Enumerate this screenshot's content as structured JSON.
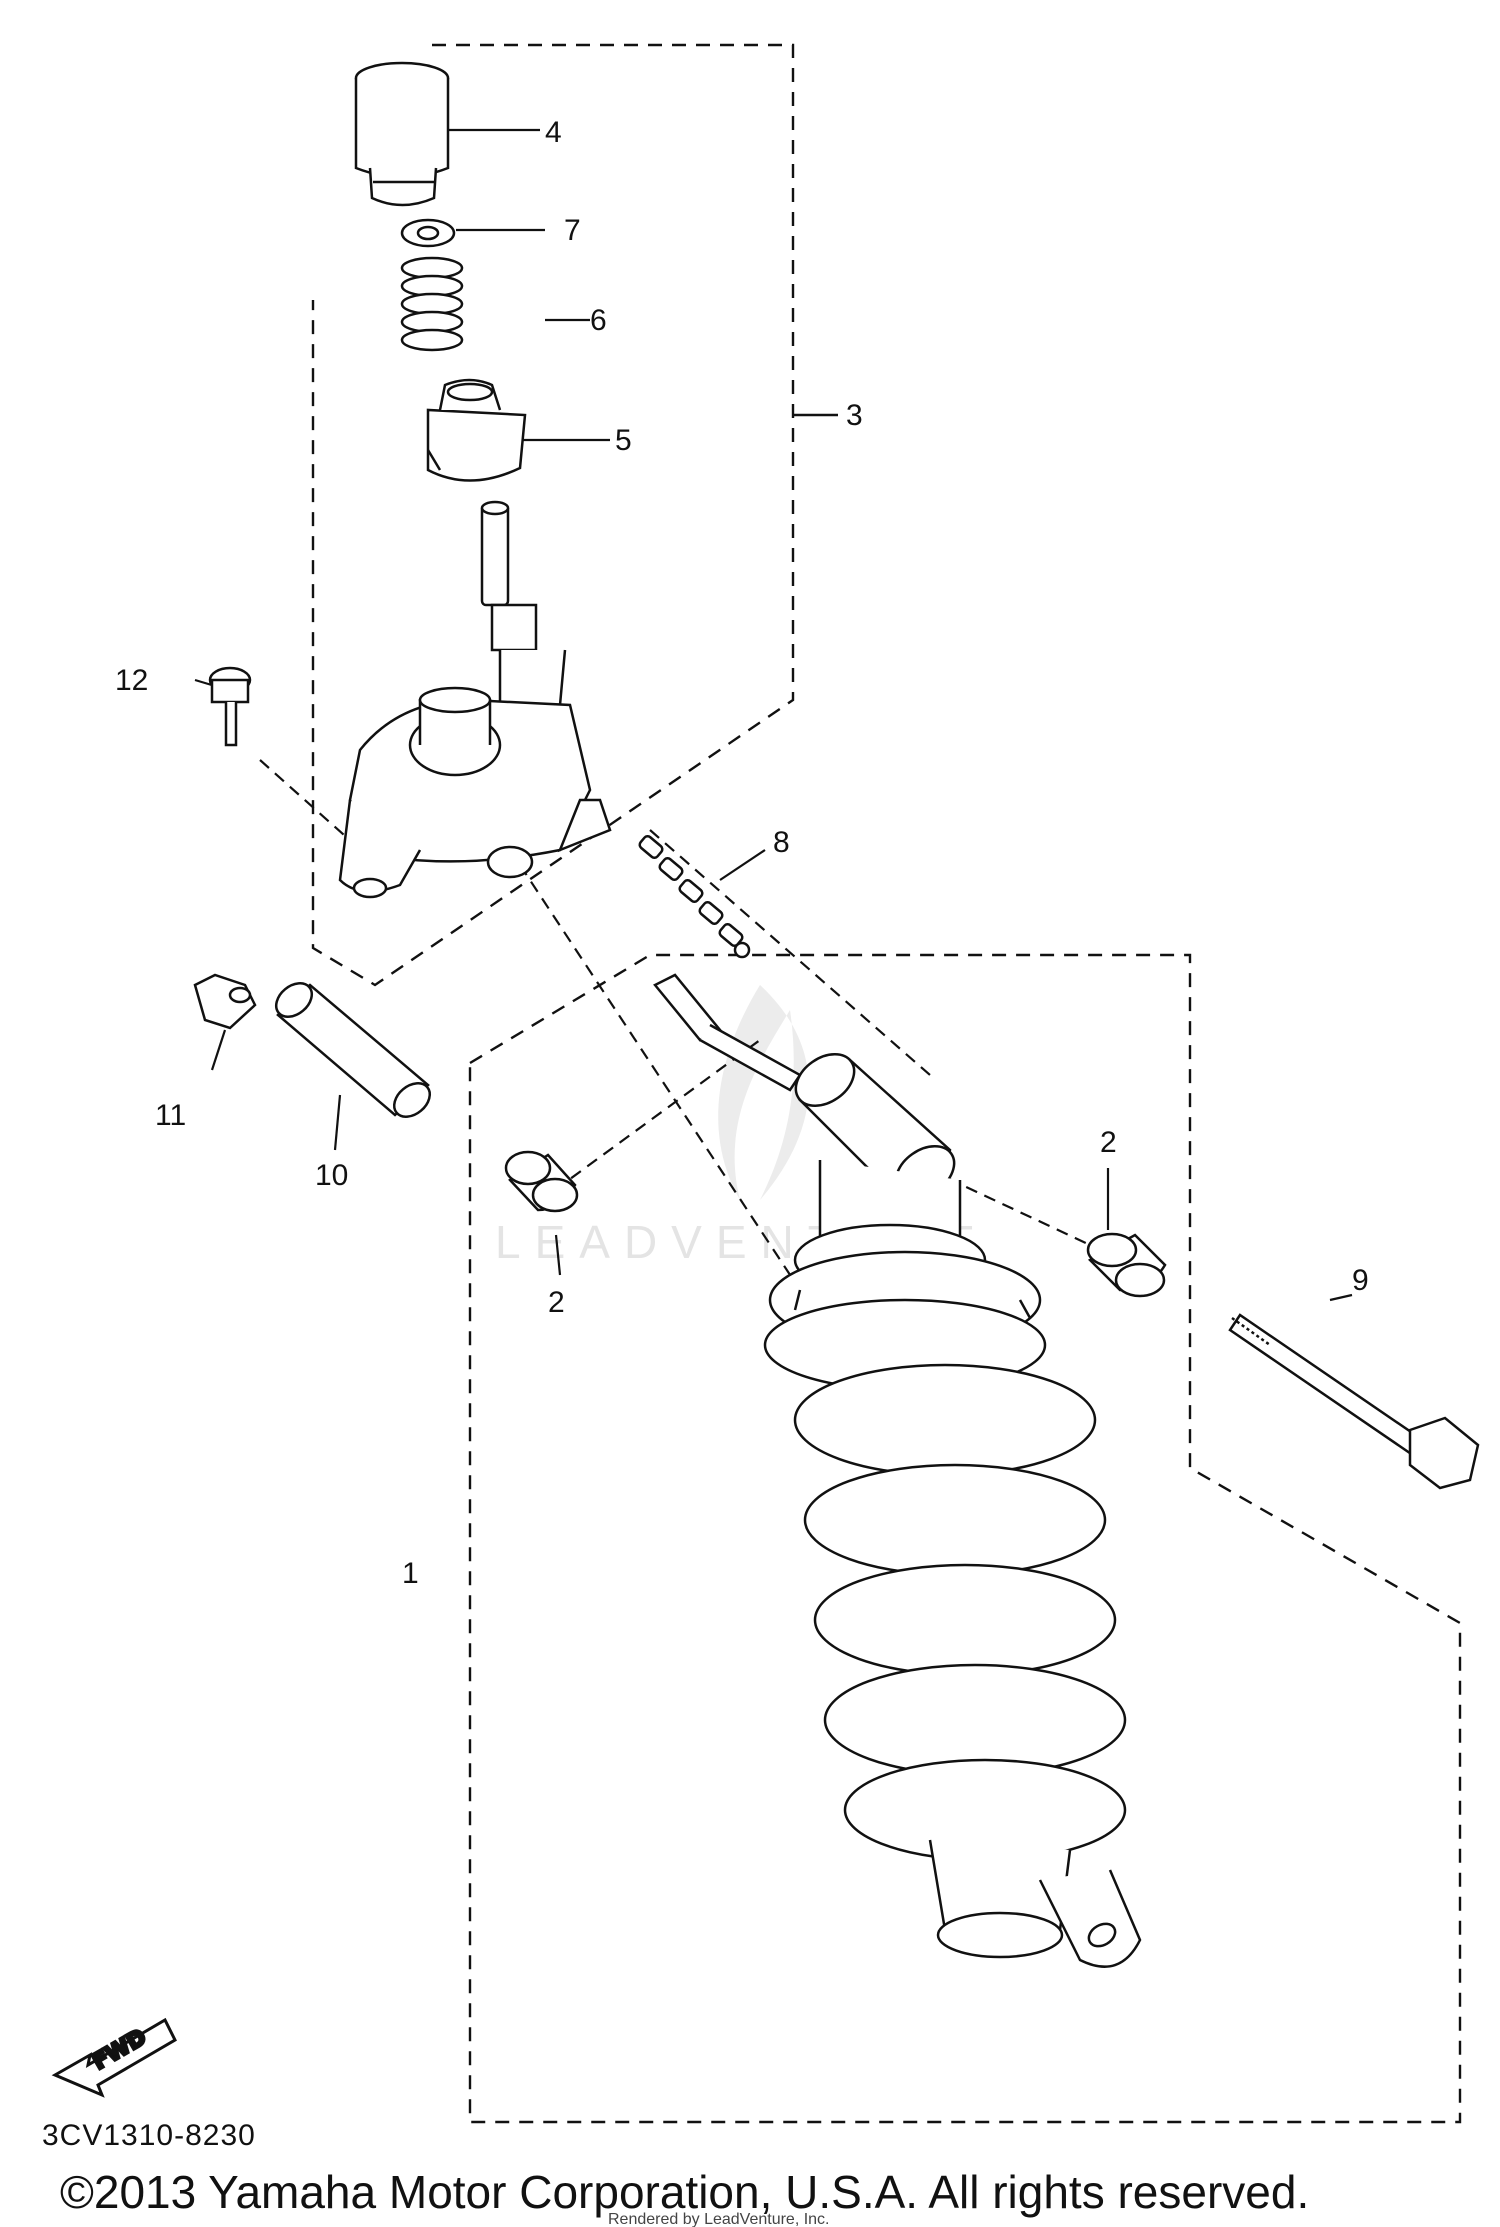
{
  "callouts": {
    "c1": "1",
    "c2a": "2",
    "c2b": "2",
    "c3": "3",
    "c4": "4",
    "c5": "5",
    "c6": "6",
    "c7": "7",
    "c8": "8",
    "c9": "9",
    "c10": "10",
    "c11": "11",
    "c12": "12"
  },
  "fwd_label": "FWD",
  "diagram_code": "3CV1310-8230",
  "copyright": "©2013 Yamaha Motor Corporation, U.S.A. All rights reserved.",
  "rendered_by": "Rendered by LeadVenture, Inc.",
  "watermark": "LEADVENTURE",
  "colors": {
    "ink": "#111111",
    "paper": "#ffffff",
    "watermark": "#e4e4e4"
  }
}
